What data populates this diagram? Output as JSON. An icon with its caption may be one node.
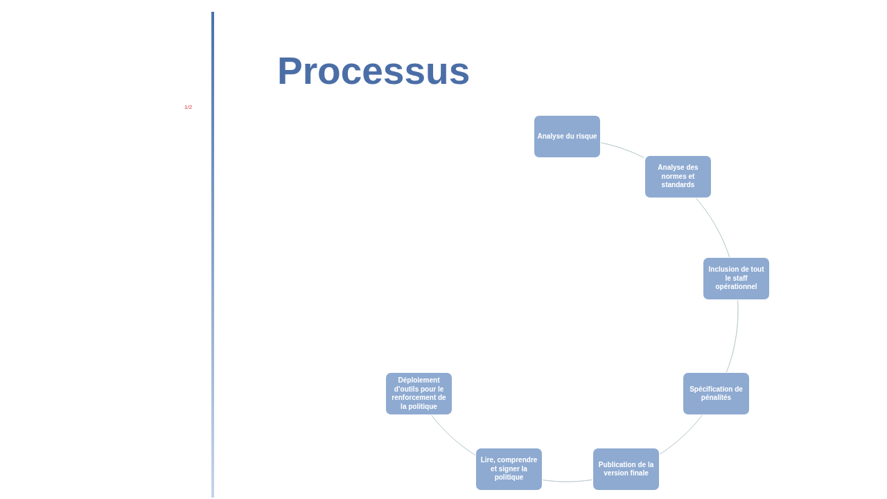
{
  "diagram": {
    "title": "Processus",
    "nodes": [
      {
        "text": [
          "Analyse du risque"
        ]
      },
      {
        "text": [
          "Analyse des normes et standards"
        ]
      },
      {
        "text": [
          "Inclusion de tout le staff opérationnel"
        ]
      },
      {
        "text": [
          "Spécification de pénalités"
        ]
      },
      {
        "text": [
          "Publication de la version finale"
        ]
      },
      {
        "text": [
          "Lire, comprendre et signer la politique"
        ]
      },
      {
        "text": [
          "Déploiement d’outils pour le renforcement de la politique"
        ]
      }
    ],
    "edges": [
      {
        "from": 0,
        "to": 1,
        "arrow": "none"
      },
      {
        "from": 1,
        "to": 2,
        "arrow": "none"
      },
      {
        "from": 2,
        "to": 3,
        "arrow": "none"
      },
      {
        "from": 3,
        "to": 4,
        "arrow": "none"
      },
      {
        "from": 4,
        "to": 5,
        "arrow": "none"
      },
      {
        "from": 5,
        "to": 6,
        "arrow": "none"
      }
    ],
    "labels": [
      "1/2"
    ]
  }
}
